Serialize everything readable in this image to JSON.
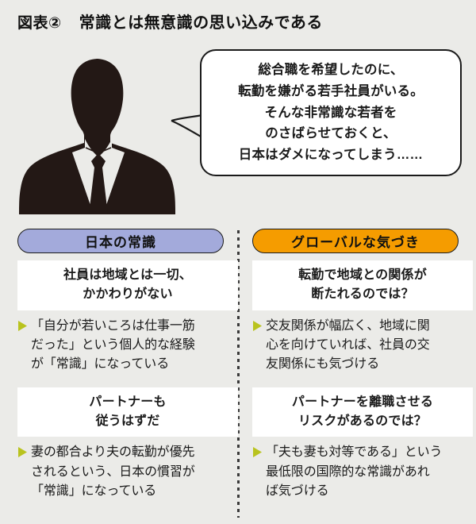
{
  "title": {
    "label": "図表②",
    "text": "常識とは無意識の思い込みである"
  },
  "figure": {
    "icon_name": "businessman-silhouette"
  },
  "speech_bubble": {
    "lines": [
      "総合職を希望したのに、",
      "転勤を嫌がる若手社員がいる。",
      "そんな非常識な若者を",
      "のさばらせておくと、",
      "日本はダメになってしまう……"
    ]
  },
  "colors": {
    "background": "#ebebe8",
    "left_header": "#a3aadb",
    "right_header": "#f59c00",
    "bullet_marker": "#b9c31e",
    "card": "#ffffff",
    "text": "#1a1a1a"
  },
  "columns": [
    {
      "id": "japan-common-sense",
      "header": "日本の常識",
      "blocks": [
        {
          "card_lines": [
            "社員は地域とは一切、",
            "かかわりがない"
          ],
          "bullet_lines": [
            "「自分が若いころは仕事一筋",
            "だった」という個人的な経験",
            "が「常識」になっている"
          ]
        },
        {
          "card_lines": [
            "パートナーも",
            "従うはずだ"
          ],
          "bullet_lines": [
            "妻の都合より夫の転勤が優先",
            "されるという、日本の慣習が",
            "「常識」になっている"
          ]
        }
      ]
    },
    {
      "id": "global-awareness",
      "header": "グローバルな気づき",
      "blocks": [
        {
          "card_lines": [
            "転勤で地域との関係が",
            "断たれるのでは？"
          ],
          "bullet_lines": [
            "交友関係が幅広く、地域に関",
            "心を向けていれば、社員の交",
            "友関係にも気づける"
          ]
        },
        {
          "card_lines": [
            "パートナーを離職させる",
            "リスクがあるのでは？"
          ],
          "bullet_lines": [
            "「夫も妻も対等である」という",
            "最低限の国際的な常識があれ",
            "ば気づける"
          ]
        }
      ]
    }
  ]
}
